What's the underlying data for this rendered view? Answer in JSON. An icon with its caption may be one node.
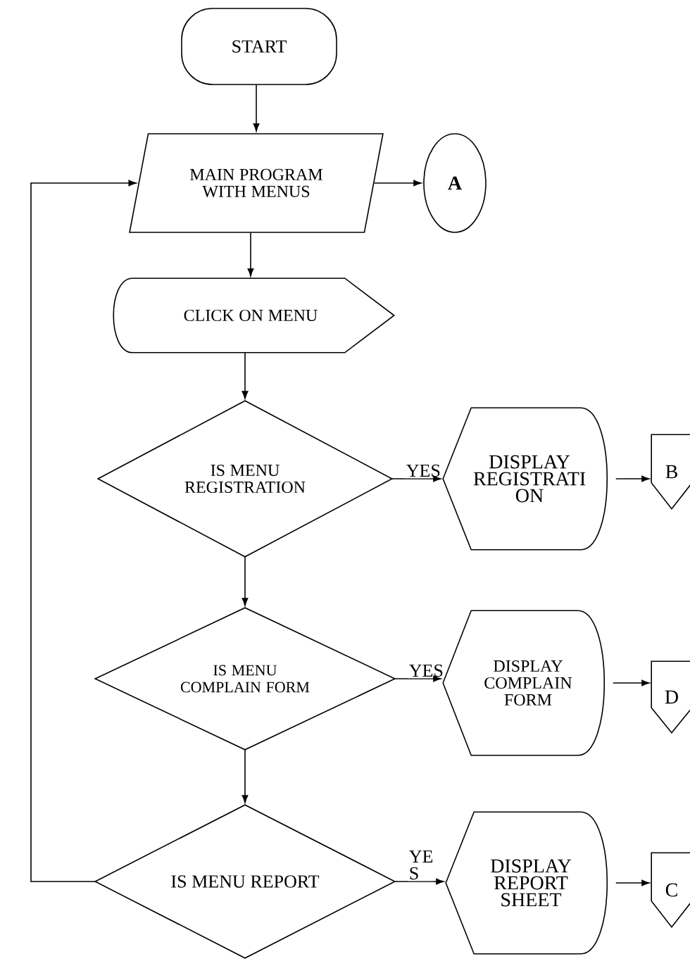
{
  "diagram": {
    "nodes": [
      {
        "text": [
          "START"
        ]
      },
      {
        "text": [
          "MAIN PROGRAM WITH MENUS"
        ]
      },
      {
        "text": [
          "A"
        ]
      },
      {
        "text": [
          "CLICK ON MENU"
        ]
      },
      {
        "text": [
          "IS MENU REGISTRATION"
        ]
      },
      {
        "text": [
          "DISPLAY REGISTRATI ON"
        ]
      },
      {
        "text": [
          "B"
        ]
      },
      {
        "text": [
          "IS MENU COMPLAIN FORM"
        ]
      },
      {
        "text": [
          "DISPLAY COMPLAIN FORM"
        ]
      },
      {
        "text": [
          "D"
        ]
      },
      {
        "text": [
          "IS MENU REPORT"
        ]
      },
      {
        "text": [
          "DISPLAY REPORT SHEET"
        ]
      },
      {
        "text": [
          "C"
        ]
      }
    ],
    "edges": [
      {
        "from": 0,
        "to": 1,
        "arrow": "to"
      },
      {
        "from": 1,
        "to": 2,
        "arrow": "to"
      },
      {
        "from": 1,
        "to": 3,
        "arrow": "to"
      },
      {
        "from": 3,
        "to": 4,
        "arrow": "to"
      },
      {
        "from": 4,
        "to": 5,
        "arrow": "to",
        "label": "YES"
      },
      {
        "from": 5,
        "to": 6,
        "arrow": "to"
      },
      {
        "from": 4,
        "to": 7,
        "arrow": "to"
      },
      {
        "from": 7,
        "to": 8,
        "arrow": "to",
        "label": "YES"
      },
      {
        "from": 8,
        "to": 9,
        "arrow": "to"
      },
      {
        "from": 7,
        "to": 10,
        "arrow": "to"
      },
      {
        "from": 10,
        "to": 11,
        "arrow": "to",
        "label": "YE S"
      },
      {
        "from": 11,
        "to": 12,
        "arrow": "to"
      },
      {
        "from": 10,
        "to": 1,
        "arrow": "to"
      }
    ]
  }
}
